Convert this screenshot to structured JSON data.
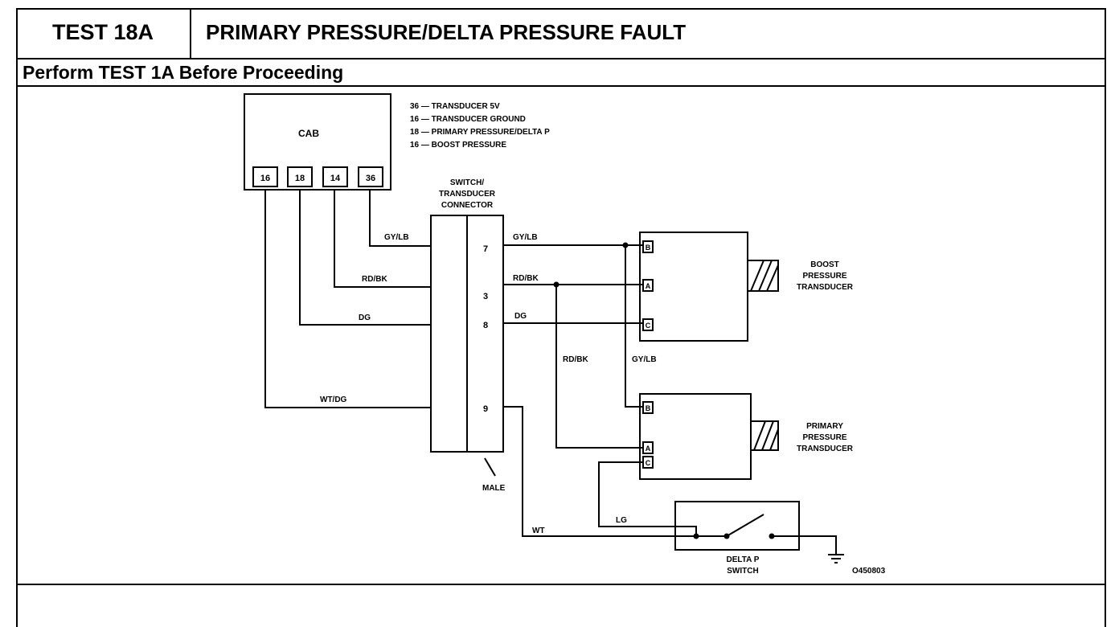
{
  "header": {
    "test_id": "TEST 18A",
    "title": "PRIMARY PRESSURE/DELTA PRESSURE FAULT",
    "precondition": "Perform TEST 1A Before Proceeding"
  },
  "diagram": {
    "cab": {
      "label": "CAB",
      "pins": [
        "16",
        "18",
        "14",
        "36"
      ]
    },
    "legend": [
      "36 — TRANSDUCER 5V",
      "16 — TRANSDUCER GROUND",
      "18 — PRIMARY PRESSURE/DELTA P",
      "16 — BOOST PRESSURE"
    ],
    "connector": {
      "label_lines": [
        "SWITCH/",
        "TRANSDUCER",
        "CONNECTOR"
      ],
      "pins": [
        "7",
        "3",
        "8",
        "9"
      ],
      "gender": "MALE"
    },
    "wires": {
      "gy_lb_left": "GY/LB",
      "rd_bk_left": "RD/BK",
      "dg_left": "DG",
      "wt_dg": "WT/DG",
      "gy_lb_right": "GY/LB",
      "rd_bk_right": "RD/BK",
      "dg_right": "DG",
      "rd_bk_vertical": "RD/BK",
      "gy_lb_vertical": "GY/LB",
      "wt": "WT",
      "lg": "LG"
    },
    "boost_transducer": {
      "label_lines": [
        "BOOST",
        "PRESSURE",
        "TRANSDUCER"
      ],
      "pins": [
        "B",
        "A",
        "C"
      ]
    },
    "primary_transducer": {
      "label_lines": [
        "PRIMARY",
        "PRESSURE",
        "TRANSDUCER"
      ],
      "pins": [
        "B",
        "A",
        "C"
      ]
    },
    "delta_switch": {
      "label_lines": [
        "DELTA P",
        "SWITCH"
      ]
    },
    "figure_id": "O450803"
  }
}
